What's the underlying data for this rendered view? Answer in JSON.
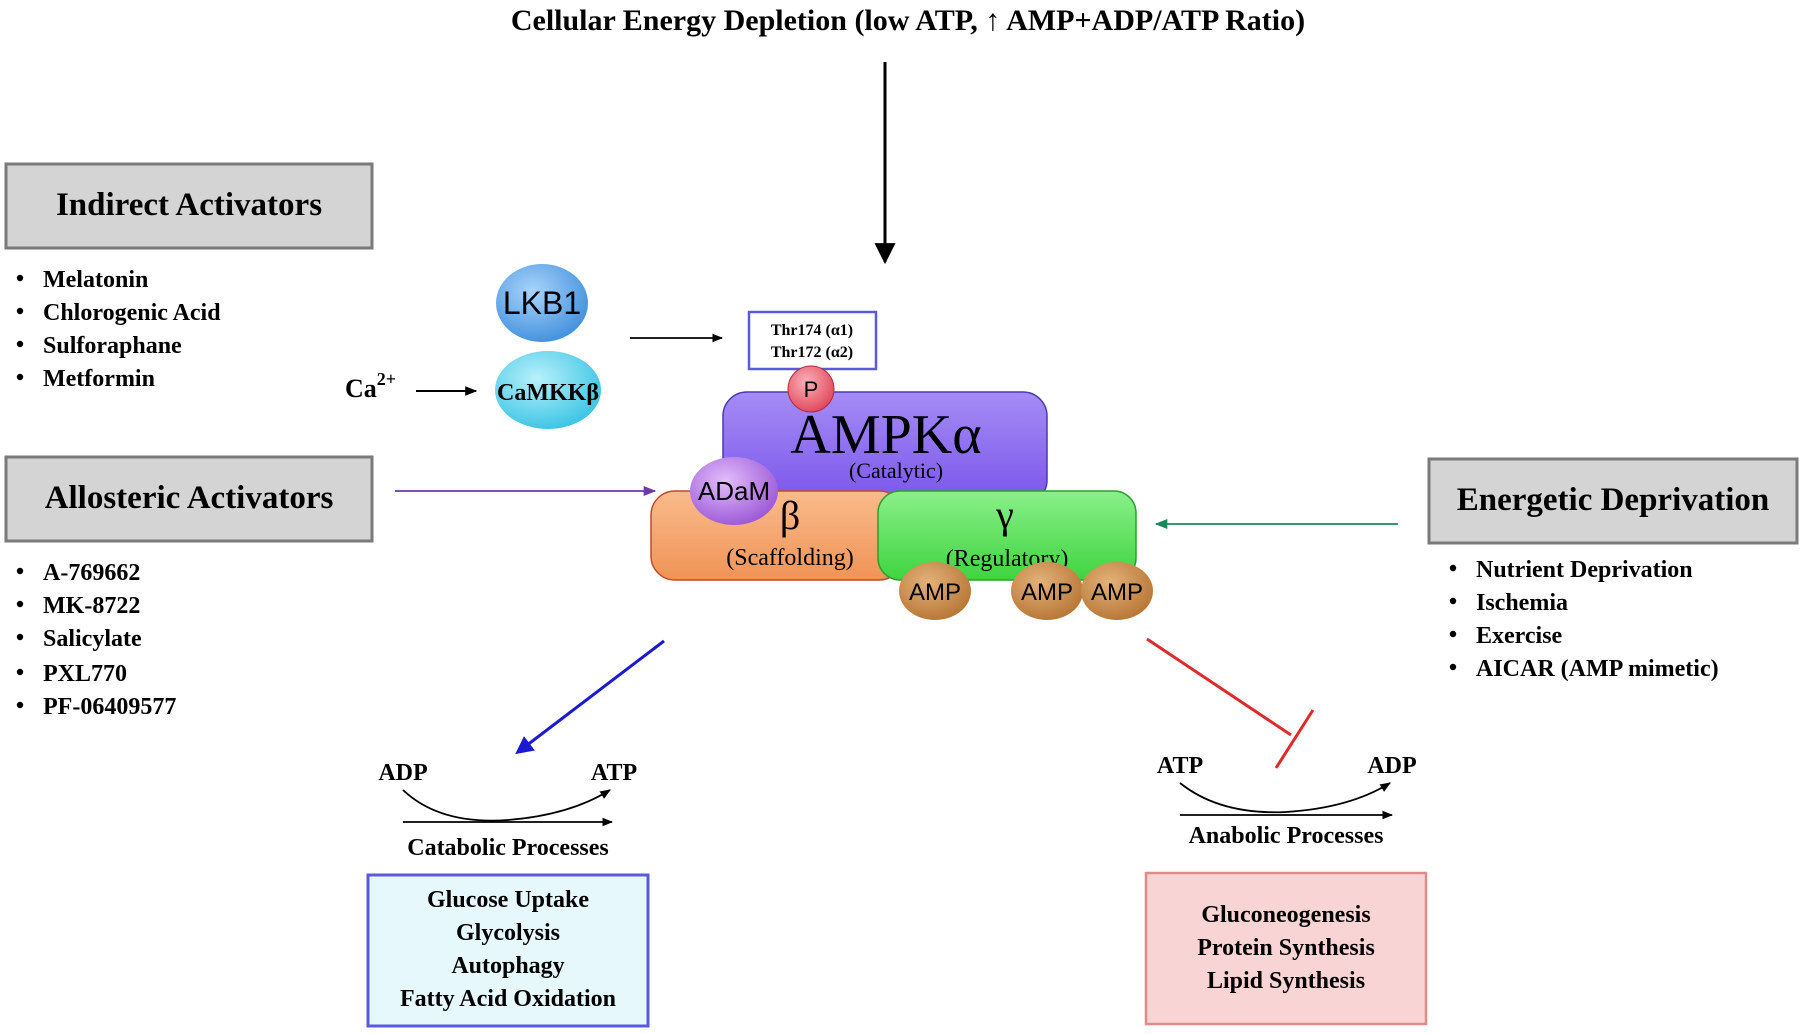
{
  "title": "Cellular Energy Depletion (low ATP, ↑  AMP+ADP/ATP Ratio)",
  "indirect": {
    "heading": "Indirect Activators",
    "items": [
      "Melatonin",
      "Chlorogenic Acid",
      "Sulforaphane",
      "Metformin"
    ]
  },
  "allosteric": {
    "heading": "Allosteric Activators",
    "items": [
      "A-769662",
      "MK-8722",
      "Salicylate",
      "PXL770",
      "PF-06409577"
    ]
  },
  "energetic": {
    "heading": "Energetic Deprivation",
    "items": [
      "Nutrient Deprivation",
      "Ischemia",
      "Exercise",
      "AICAR (AMP mimetic)"
    ]
  },
  "kinases": {
    "lkb1": "LKB1",
    "camkkb": "CaMKKβ",
    "ca_base": "Ca",
    "ca_sup": "2+"
  },
  "phospho_site": {
    "line1": "Thr174 (α1)",
    "line2": "Thr172 (α2)",
    "p_label": "P"
  },
  "ampk": {
    "alpha_name": "AMPKα",
    "alpha_role": "(Catalytic)",
    "adam": "ADaM",
    "beta_symbol": "β",
    "beta_role": "(Scaffolding)",
    "gamma_symbol": "γ",
    "gamma_role": "(Regulatory)",
    "amp": [
      "AMP",
      "AMP",
      "AMP"
    ]
  },
  "catabolic": {
    "from": "ADP",
    "to": "ATP",
    "label": "Catabolic Processes",
    "items": [
      "Glucose Uptake",
      "Glycolysis",
      "Autophagy",
      "Fatty Acid Oxidation"
    ]
  },
  "anabolic": {
    "from": "ATP",
    "to": "ADP",
    "label": "Anabolic Processes",
    "items": [
      "Gluconeogenesis",
      "Protein Synthesis",
      "Lipid Synthesis"
    ]
  },
  "colors": {
    "alpha": "#8d6cf0",
    "beta": "#f5a46e",
    "gamma": "#5fe25f",
    "adam": "#b57ae8",
    "amp": "#c98a45",
    "lkb1": "#5aa8ec",
    "camkkb": "#5fd8ef",
    "phospho": "#ee6a78",
    "activate_arrow": "#1a1ad0",
    "inhibit_bar": "#e02a2a",
    "allosteric_arrow": "#6a3aa8",
    "energetic_arrow": "#1a8a5a"
  }
}
